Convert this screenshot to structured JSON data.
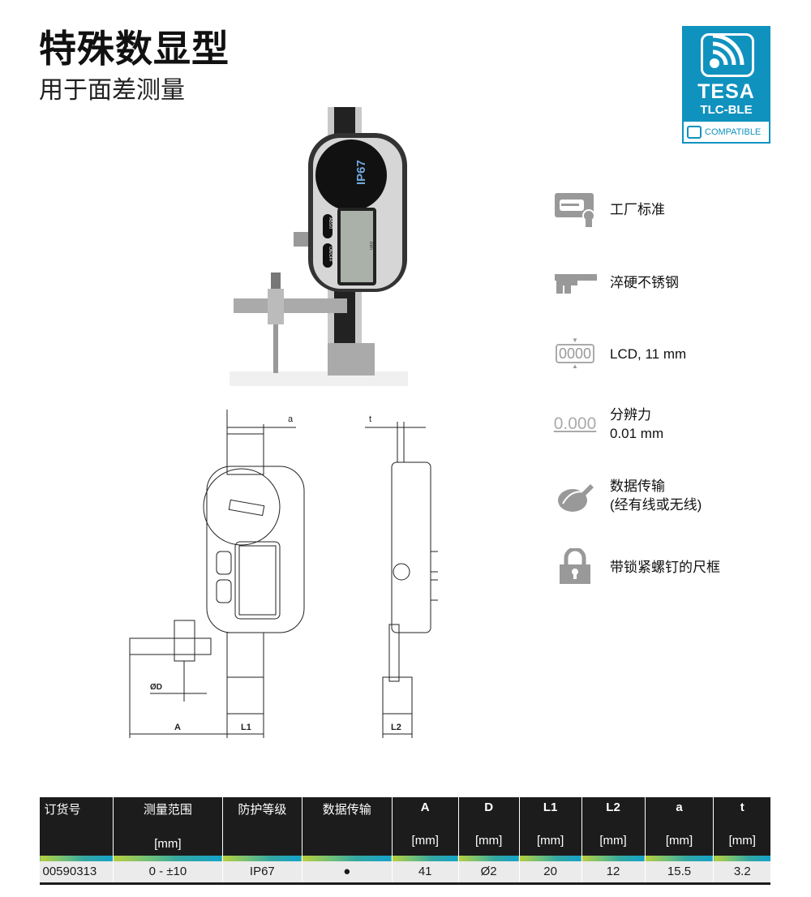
{
  "header": {
    "title": "特殊数显型",
    "subtitle": "用于面差测量"
  },
  "logo": {
    "brand": "TESA",
    "line2": "TLC-BLE",
    "compat": "COMPATIBLE"
  },
  "photo": {
    "ip_label": "IP67",
    "btn1": "ABS/0",
    "btn2": "ON/OFF",
    "unit": "mm"
  },
  "drawing": {
    "a": "a",
    "t": "t",
    "d": "ØD",
    "A": "A",
    "L1": "L1",
    "L2": "L2"
  },
  "features": [
    {
      "icon": "certificate-icon",
      "text": "工厂标准"
    },
    {
      "icon": "caliper-icon",
      "text": "淬硬不锈钢"
    },
    {
      "icon": "lcd-display-icon",
      "icon_text": "0000",
      "text": "LCD, 11 mm"
    },
    {
      "icon": "resolution-icon",
      "icon_text": "0.000",
      "text": "分辨力",
      "text2": "0.01 mm"
    },
    {
      "icon": "data-transfer-icon",
      "text": "数据传输",
      "text2": "(经有线或无线)"
    },
    {
      "icon": "lock-icon",
      "text": "带锁紧螺钉的尺框"
    }
  ],
  "table": {
    "headers": [
      {
        "label": "订货号",
        "unit": ""
      },
      {
        "label": "测量范围",
        "unit": "[mm]"
      },
      {
        "label": "防护等级",
        "unit": ""
      },
      {
        "label": "数据传输",
        "unit": ""
      },
      {
        "label": "A",
        "unit": "[mm]"
      },
      {
        "label": "D",
        "unit": "[mm]"
      },
      {
        "label": "L1",
        "unit": "[mm]"
      },
      {
        "label": "L2",
        "unit": "[mm]"
      },
      {
        "label": "a",
        "unit": "[mm]"
      },
      {
        "label": "t",
        "unit": "[mm]"
      }
    ],
    "row": [
      "00590313",
      "0 - ±10",
      "IP67",
      "●",
      "41",
      "Ø2",
      "20",
      "12",
      "15.5",
      "3.2"
    ]
  }
}
